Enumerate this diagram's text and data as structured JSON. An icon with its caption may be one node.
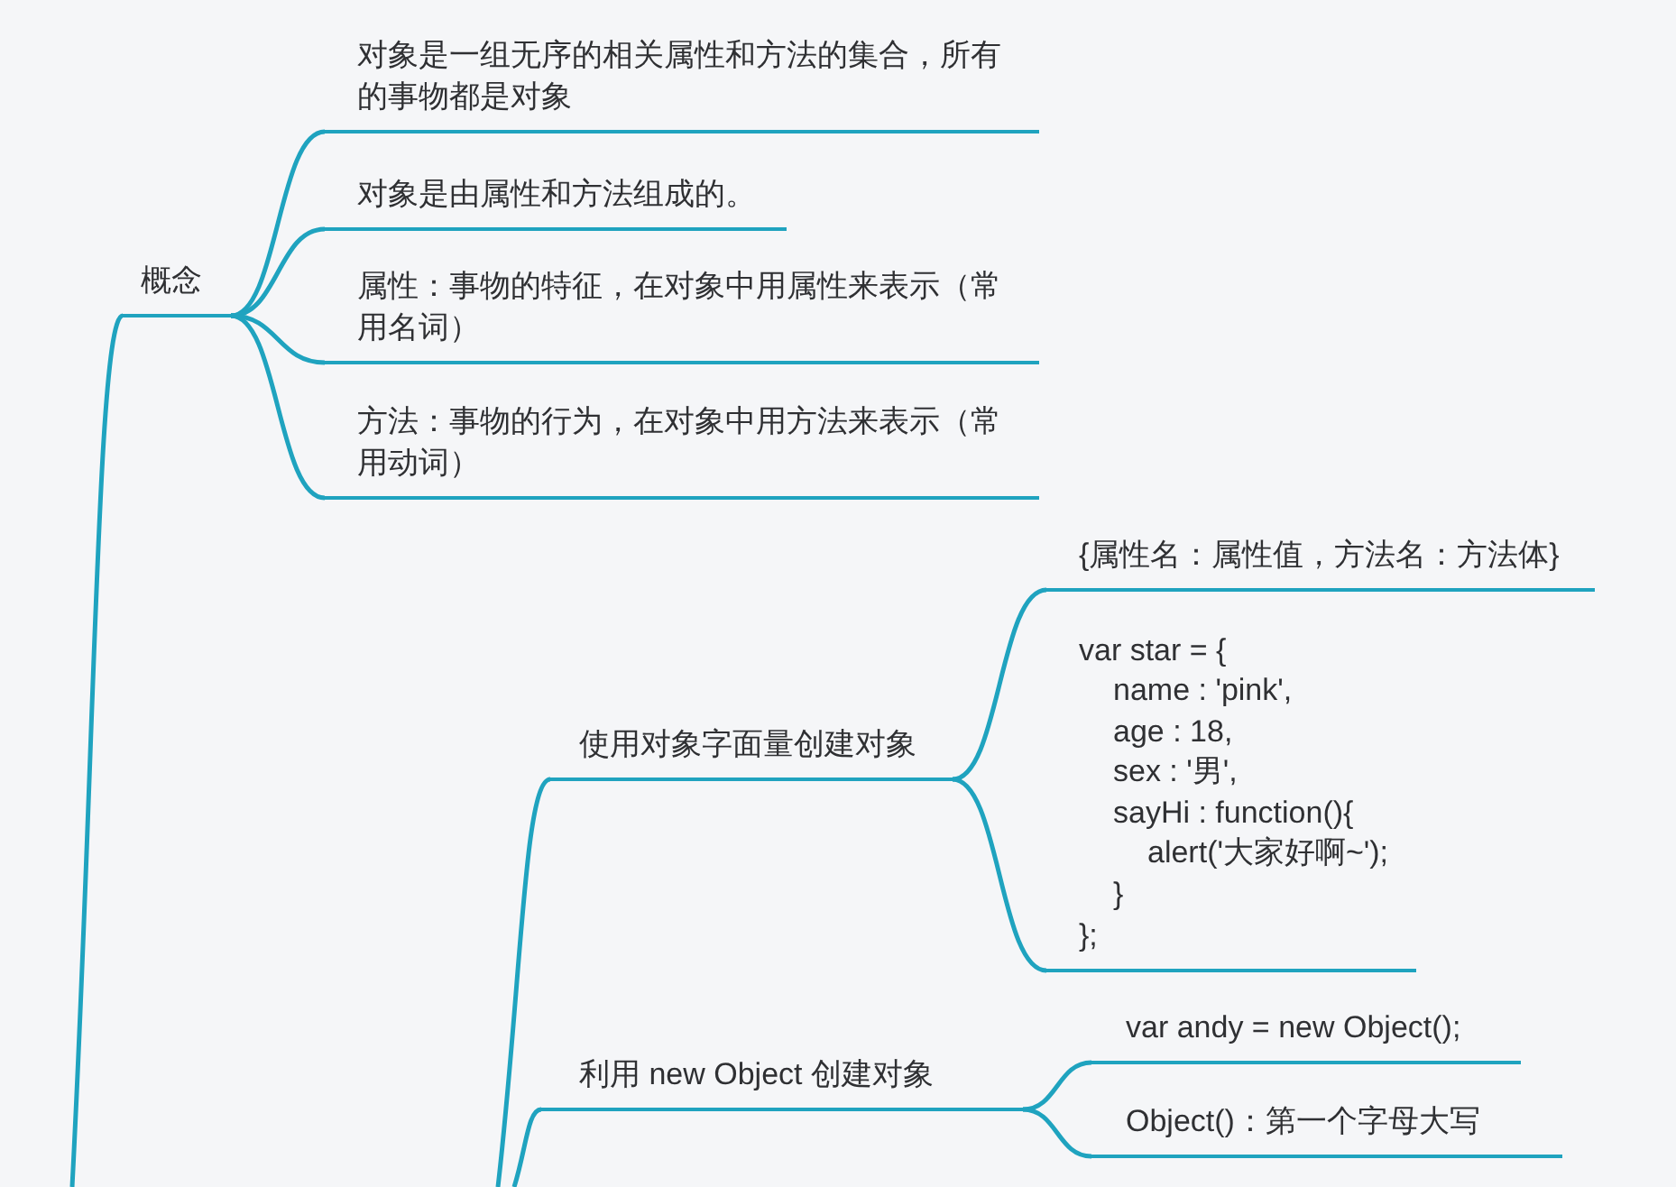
{
  "diagram": {
    "nodes": [
      {
        "text": [
          "概念"
        ]
      },
      {
        "text": [
          "对象是一组无序的相关属性和方法的集合，所有的事物都是对象"
        ]
      },
      {
        "text": [
          "对象是由属性和方法组成的。"
        ]
      },
      {
        "text": [
          "属性：事物的特征，在对象中用属性来表示（常用名词）"
        ]
      },
      {
        "text": [
          "方法：事物的行为，在对象中用方法来表示（常用动词）"
        ]
      },
      {
        "text": [
          "使用对象字面量创建对象"
        ]
      },
      {
        "text": [
          "{属性名：属性值，方法名：方法体}"
        ]
      },
      {
        "text": [
          "var star = {",
          "name : 'pink',",
          "age : 18,",
          "sex : '男',",
          "sayHi : function(){",
          "alert('大家好啊~');",
          "}",
          "};"
        ]
      },
      {
        "text": [
          "利用 new Object 创建对象"
        ]
      },
      {
        "text": [
          "var andy = new Object();"
        ]
      },
      {
        "text": [
          "Object()：第一个字母大写"
        ]
      }
    ],
    "edges": [
      {
        "from": null,
        "to": 0,
        "arrow": "none"
      },
      {
        "from": 0,
        "to": 1,
        "arrow": "none"
      },
      {
        "from": 0,
        "to": 2,
        "arrow": "none"
      },
      {
        "from": 0,
        "to": 3,
        "arrow": "none"
      },
      {
        "from": 0,
        "to": 4,
        "arrow": "none"
      },
      {
        "from": null,
        "to": 5,
        "arrow": "none"
      },
      {
        "from": 5,
        "to": 6,
        "arrow": "none"
      },
      {
        "from": 5,
        "to": 7,
        "arrow": "none"
      },
      {
        "from": null,
        "to": 8,
        "arrow": "none"
      },
      {
        "from": 8,
        "to": 9,
        "arrow": "none"
      },
      {
        "from": 8,
        "to": 10,
        "arrow": "none"
      }
    ]
  }
}
